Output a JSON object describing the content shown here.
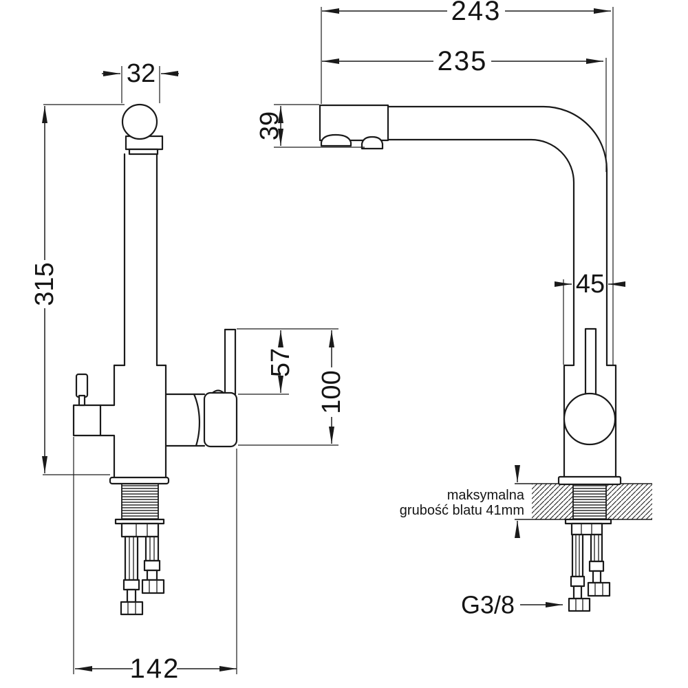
{
  "meta": {
    "title": "Kitchen faucet technical dimension drawing",
    "background": "#ffffff",
    "line_color": "#1a1a1a"
  },
  "front_view": {
    "dims": {
      "knob_width": "32",
      "total_height": "315",
      "side_lever_height": "57",
      "side_handle_height": "100",
      "base_span": "142"
    }
  },
  "side_view": {
    "dims": {
      "total_depth": "243",
      "spout_depth": "235",
      "spout_head_height": "39",
      "body_diameter": "45"
    },
    "countertop_note_line1": "maksymalna",
    "countertop_note_line2": "grubość blatu 41mm",
    "connection_thread": "G3/8"
  }
}
